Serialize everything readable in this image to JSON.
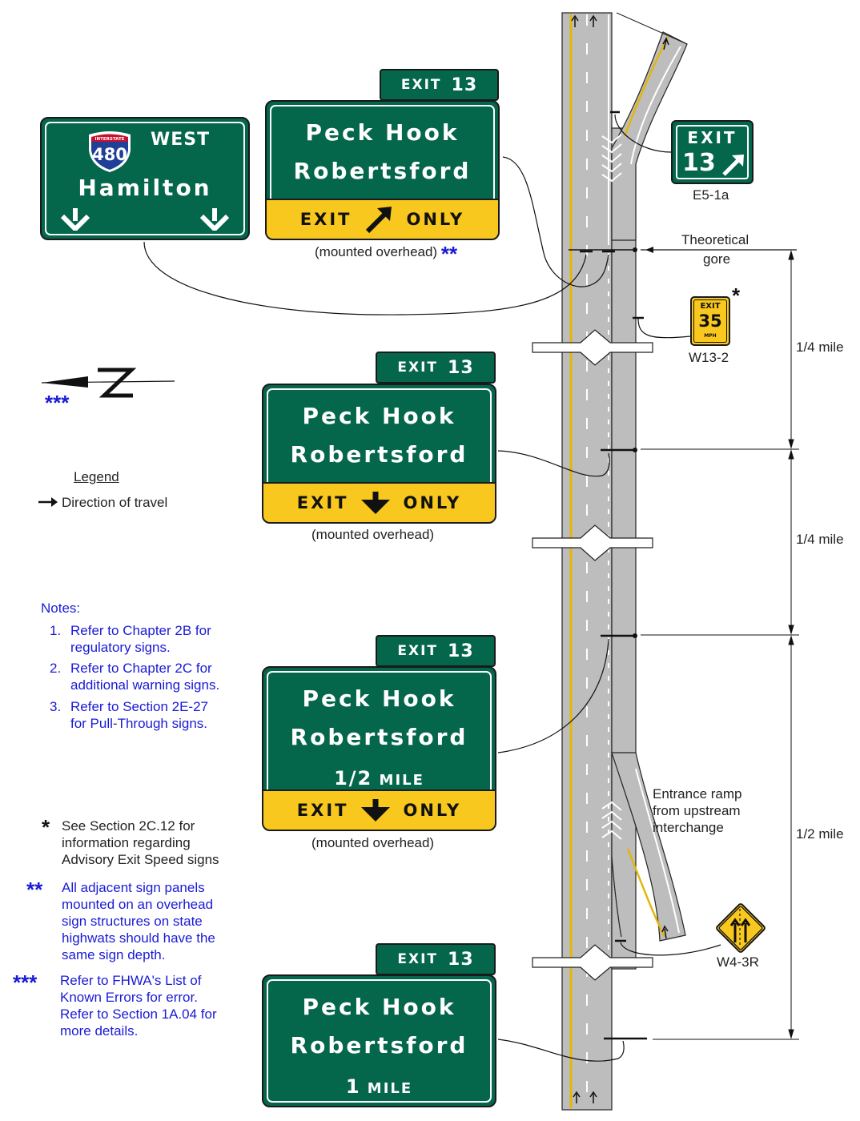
{
  "signs": {
    "sign1": {
      "tab_word": "EXIT",
      "tab_num": "13",
      "line1": "Peck Hook",
      "line2": "Robertsford",
      "bar_left": "EXIT",
      "bar_right": "ONLY"
    },
    "sign1_caption": "(mounted overhead)",
    "sign1_caption_stars": "**",
    "hamilton": {
      "shield_top": "INTERSTATE",
      "shield_num": "480",
      "direction": "WEST",
      "dest": "Hamilton"
    },
    "e51a": {
      "word": "EXIT",
      "num": "13",
      "code": "E5-1a"
    },
    "sign2": {
      "tab_word": "EXIT",
      "tab_num": "13",
      "line1": "Peck Hook",
      "line2": "Robertsford",
      "bar_left": "EXIT",
      "bar_right": "ONLY"
    },
    "sign2_caption": "(mounted overhead)",
    "sign3": {
      "tab_word": "EXIT",
      "tab_num": "13",
      "line1": "Peck Hook",
      "line2": "Robertsford",
      "dist_frac": "1/2",
      "dist_unit": "MILE",
      "bar_left": "EXIT",
      "bar_right": "ONLY"
    },
    "sign3_caption": "(mounted overhead)",
    "sign4": {
      "tab_word": "EXIT",
      "tab_num": "13",
      "line1": "Peck Hook",
      "line2": "Robertsford",
      "dist_num": "1",
      "dist_unit": "MILE"
    },
    "w132": {
      "top": "EXIT",
      "speed": "35",
      "unit": "MPH",
      "code": "W13-2",
      "star": "*"
    },
    "w43r": {
      "code": "W4-3R"
    }
  },
  "labels": {
    "theoretical_gore_1": "Theoretical",
    "theoretical_gore_2": "gore",
    "entrance_1": "Entrance ramp",
    "entrance_2": "from upstream",
    "entrance_3": "interchange",
    "dim1": "1/4 mile",
    "dim2": "1/4 mile",
    "dim3": "1/2 mile"
  },
  "north": {
    "stars": "***"
  },
  "legend": {
    "title": "Legend",
    "item": "Direction of travel"
  },
  "notes": {
    "title": "Notes:",
    "items": [
      {
        "num": "1.",
        "line1": "Refer to Chapter 2B for",
        "line2": "regulatory signs."
      },
      {
        "num": "2.",
        "line1": "Refer to Chapter 2C for",
        "line2": "additional warning signs."
      },
      {
        "num": "3.",
        "line1": "Refer to Section 2E-27",
        "line2": "for Pull-Through signs."
      }
    ],
    "star1": {
      "mark": "*",
      "l1": "See Section 2C.12 for",
      "l2": "information regarding",
      "l3": "Advisory Exit Speed signs"
    },
    "star2": {
      "mark": "**",
      "l1": "All adjacent sign panels",
      "l2": "mounted on an overhead",
      "l3": "sign structures on state",
      "l4": "highwats should have the",
      "l5": "same sign depth."
    },
    "star3": {
      "mark": "***",
      "l1": "Refer to FHWA's List of",
      "l2": "Known Errors for error.",
      "l3": "Refer to Section 1A.04 for",
      "l4": "more details."
    }
  },
  "colors": {
    "guide_green": "#04664b",
    "exit_only_yellow": "#f9c81e",
    "road_gray": "#bdbdbd",
    "edge_yellow": "#e2b60c",
    "note_blue": "#1a1ad8"
  }
}
